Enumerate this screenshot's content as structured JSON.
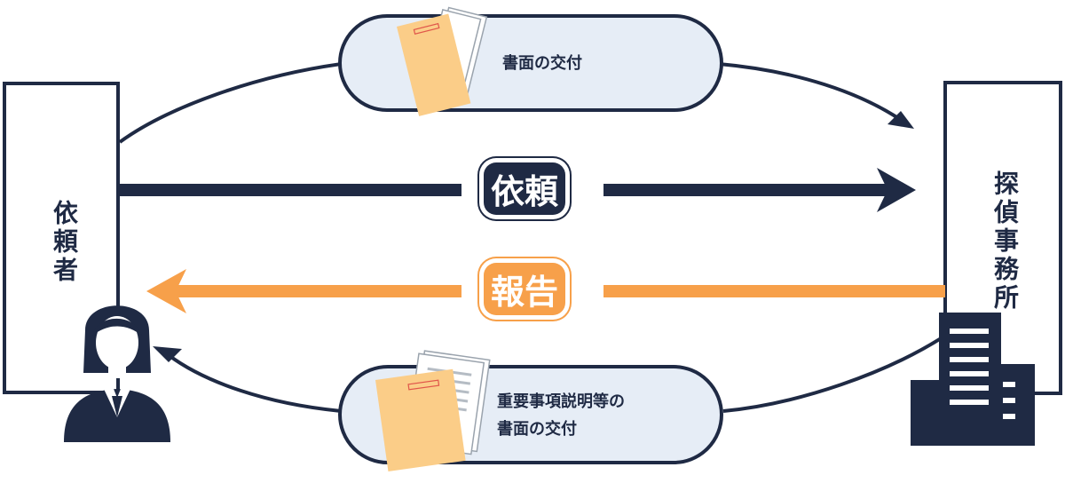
{
  "client": {
    "label": "依頼者"
  },
  "agency": {
    "label": "探偵事務所"
  },
  "flows": {
    "request": {
      "label": "依頼"
    },
    "report": {
      "label": "報告"
    }
  },
  "documents": {
    "top": {
      "label": "書面の交付"
    },
    "bottom": {
      "line1": "重要事項説明等の",
      "line2": "書面の交付"
    }
  },
  "colors": {
    "navy": "#1f2a44",
    "orange": "#f7a04a",
    "pill_fill": "#e6edf6",
    "envelope": "#fbcd88",
    "stamp": "#e0564a"
  }
}
